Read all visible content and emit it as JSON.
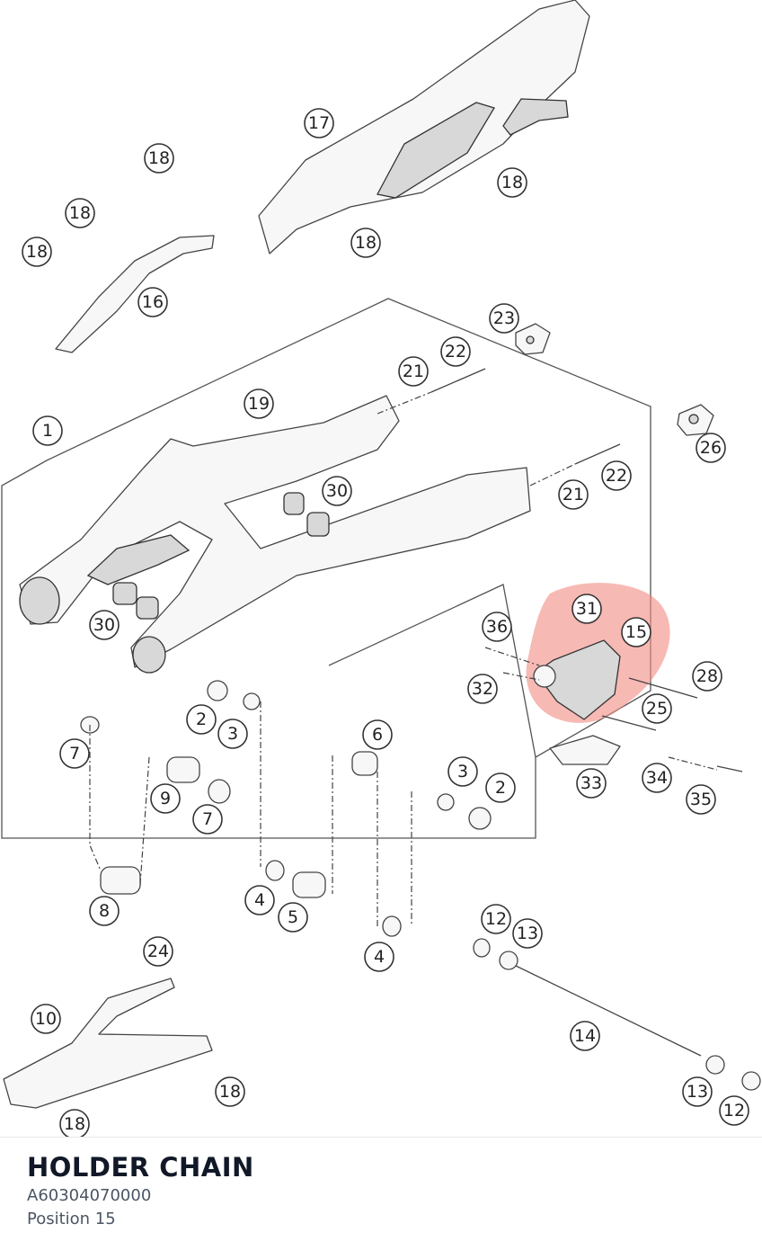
{
  "part": {
    "title": "HOLDER CHAIN",
    "number": "A60304070000",
    "position": "Position 15"
  },
  "callouts": [
    "1",
    "2",
    "3",
    "4",
    "5",
    "6",
    "7",
    "8",
    "9",
    "10",
    "12",
    "13",
    "14",
    "15",
    "16",
    "17",
    "18",
    "19",
    "21",
    "22",
    "23",
    "24",
    "25",
    "26",
    "28",
    "30",
    "31",
    "32",
    "33",
    "34",
    "35",
    "36"
  ],
  "highlight_color": "#f28b82",
  "selected_position": "15"
}
